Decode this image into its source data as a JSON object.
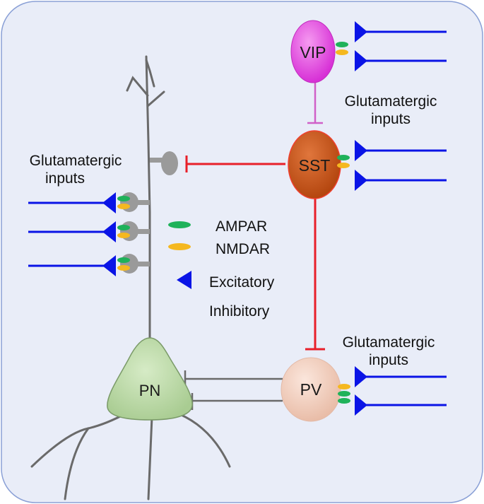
{
  "cells": {
    "vip": "VIP",
    "sst": "SST",
    "pv": "PV",
    "pn": "PN"
  },
  "labels": {
    "glutamatergic_vip": [
      "Glutamatergic",
      "inputs"
    ],
    "glutamatergic_left": [
      "Glutamatergic",
      "inputs"
    ],
    "glutamatergic_pv": [
      "Glutamatergic",
      "inputs"
    ]
  },
  "legend": {
    "ampar": "AMPAR",
    "nmdar": "NMDAR",
    "excitatory": "Excitatory",
    "inhibitory": "Inhibitory"
  },
  "colors": {
    "background": "#e9edf8",
    "border": "#8aa0d6",
    "excitatory_input": "#0a14e6",
    "inhibitory_line": "#e8202a",
    "vip_inhibition": "#d060c8",
    "ampar": "#1fb25a",
    "nmdar": "#f5b820",
    "vip_fill": "#e13ee0",
    "sst_fill": "#c9531c",
    "pv_fill": "#f3d3c4",
    "pn_fill": "#c3deb0",
    "spine": "#9a9a9a",
    "dendrite": "#6a6a6a"
  }
}
